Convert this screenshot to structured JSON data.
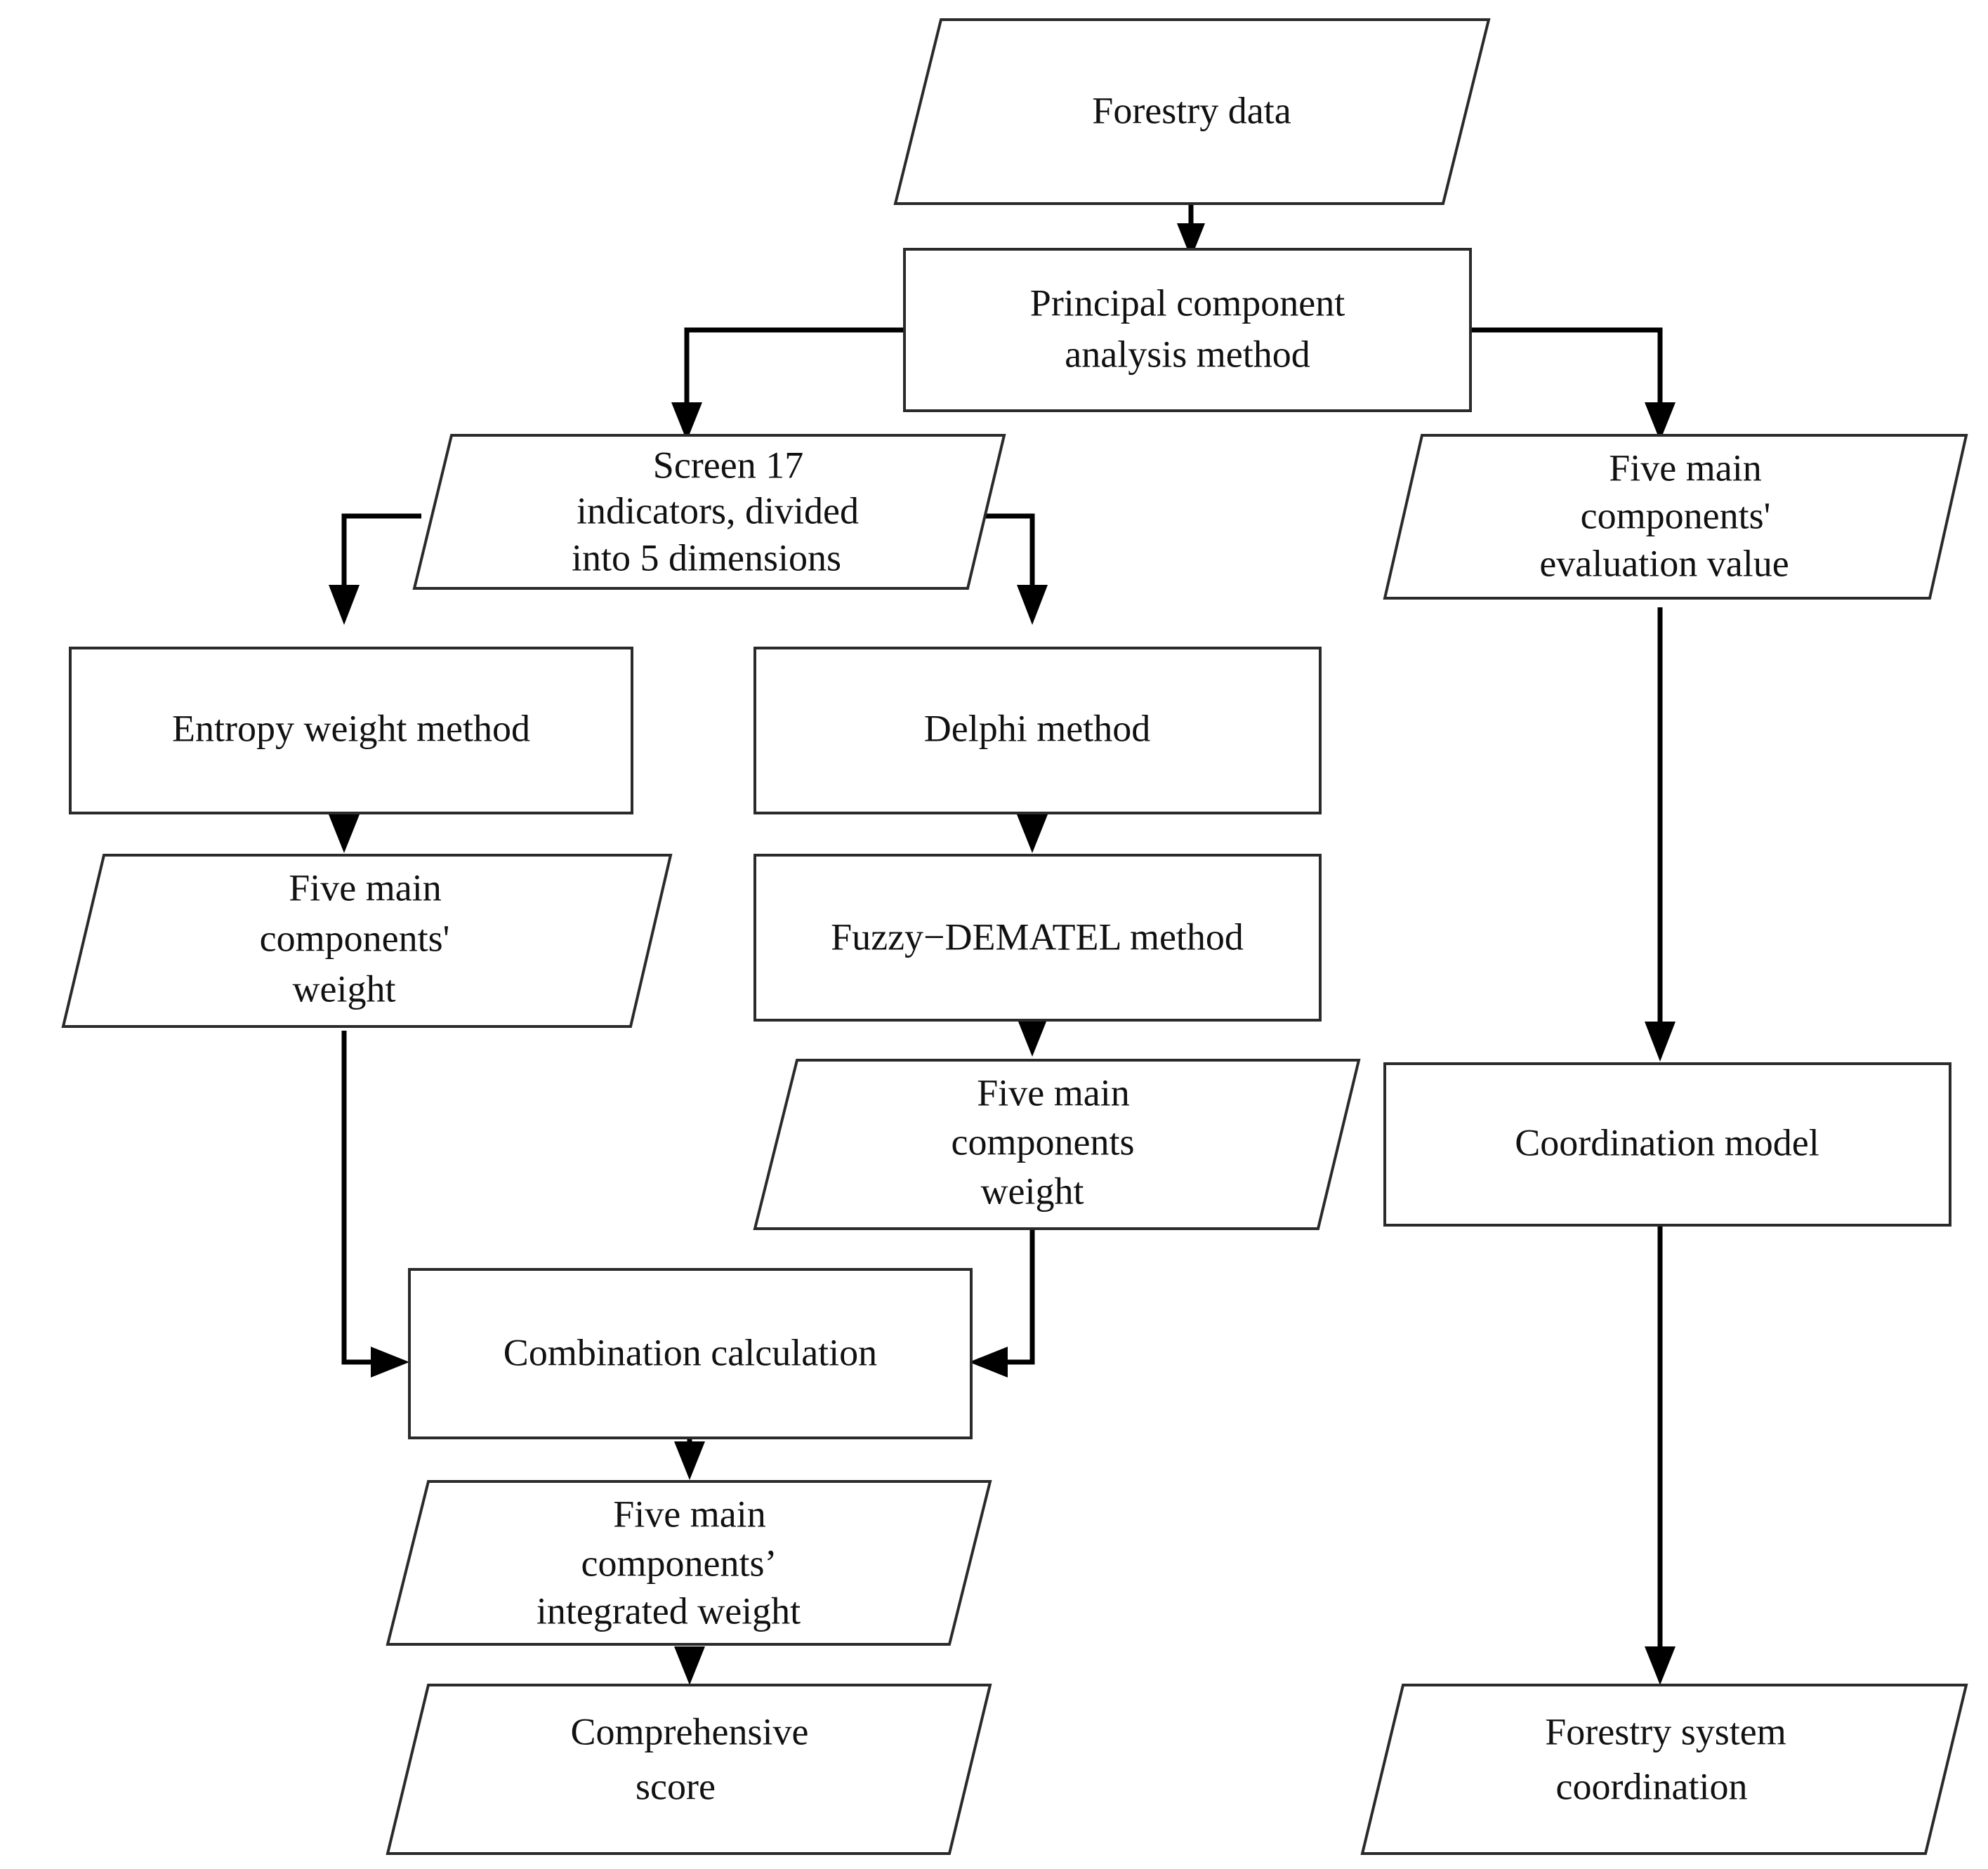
{
  "diagram": {
    "title": "Forestry evaluation methodology flowchart",
    "shape_types": {
      "parallelogram": "data",
      "rectangle": "process"
    },
    "colors": {
      "node_stroke": "#2a2a2a",
      "node_fill": "#ffffff",
      "connector": "#000000",
      "text": "#111111",
      "background": "#ffffff"
    },
    "nodes": [
      {
        "id": "forestry-data",
        "shape": "parallelogram",
        "lines": [
          "Forestry data"
        ]
      },
      {
        "id": "pca-method",
        "shape": "rectangle",
        "lines": [
          "Principal component",
          "analysis method"
        ]
      },
      {
        "id": "screen-indicators",
        "shape": "parallelogram",
        "lines": [
          "Screen 17",
          "indicators, divided",
          "into 5 dimensions"
        ]
      },
      {
        "id": "evaluation-value",
        "shape": "parallelogram",
        "lines": [
          "Five main",
          "components'",
          "evaluation value"
        ]
      },
      {
        "id": "entropy-weight-method",
        "shape": "rectangle",
        "lines": [
          "Entropy weight method"
        ]
      },
      {
        "id": "delphi-method",
        "shape": "rectangle",
        "lines": [
          "Delphi method"
        ]
      },
      {
        "id": "entropy-weight-output",
        "shape": "parallelogram",
        "lines": [
          "Five main",
          "components'",
          "weight"
        ]
      },
      {
        "id": "fuzzy-dematel-method",
        "shape": "rectangle",
        "lines": [
          "Fuzzy−DEMATEL method"
        ]
      },
      {
        "id": "dematel-weight-output",
        "shape": "parallelogram",
        "lines": [
          "Five main",
          "components",
          "weight"
        ]
      },
      {
        "id": "coordination-model",
        "shape": "rectangle",
        "lines": [
          "Coordination model"
        ]
      },
      {
        "id": "combination-calculation",
        "shape": "rectangle",
        "lines": [
          "Combination calculation"
        ]
      },
      {
        "id": "integrated-weight",
        "shape": "parallelogram",
        "lines": [
          "Five main",
          "components’",
          "integrated weight"
        ]
      },
      {
        "id": "comprehensive-score",
        "shape": "parallelogram",
        "lines": [
          "Comprehensive",
          "score"
        ]
      },
      {
        "id": "forestry-system-coordination",
        "shape": "parallelogram",
        "lines": [
          "Forestry system",
          "coordination"
        ]
      }
    ],
    "edges": [
      {
        "from": "forestry-data",
        "to": "pca-method"
      },
      {
        "from": "pca-method",
        "to": "screen-indicators"
      },
      {
        "from": "pca-method",
        "to": "evaluation-value"
      },
      {
        "from": "screen-indicators",
        "to": "entropy-weight-method"
      },
      {
        "from": "screen-indicators",
        "to": "delphi-method"
      },
      {
        "from": "entropy-weight-method",
        "to": "entropy-weight-output"
      },
      {
        "from": "delphi-method",
        "to": "fuzzy-dematel-method"
      },
      {
        "from": "fuzzy-dematel-method",
        "to": "dematel-weight-output"
      },
      {
        "from": "entropy-weight-output",
        "to": "combination-calculation"
      },
      {
        "from": "dematel-weight-output",
        "to": "combination-calculation"
      },
      {
        "from": "combination-calculation",
        "to": "integrated-weight"
      },
      {
        "from": "integrated-weight",
        "to": "comprehensive-score"
      },
      {
        "from": "evaluation-value",
        "to": "coordination-model"
      },
      {
        "from": "coordination-model",
        "to": "forestry-system-coordination"
      }
    ]
  }
}
